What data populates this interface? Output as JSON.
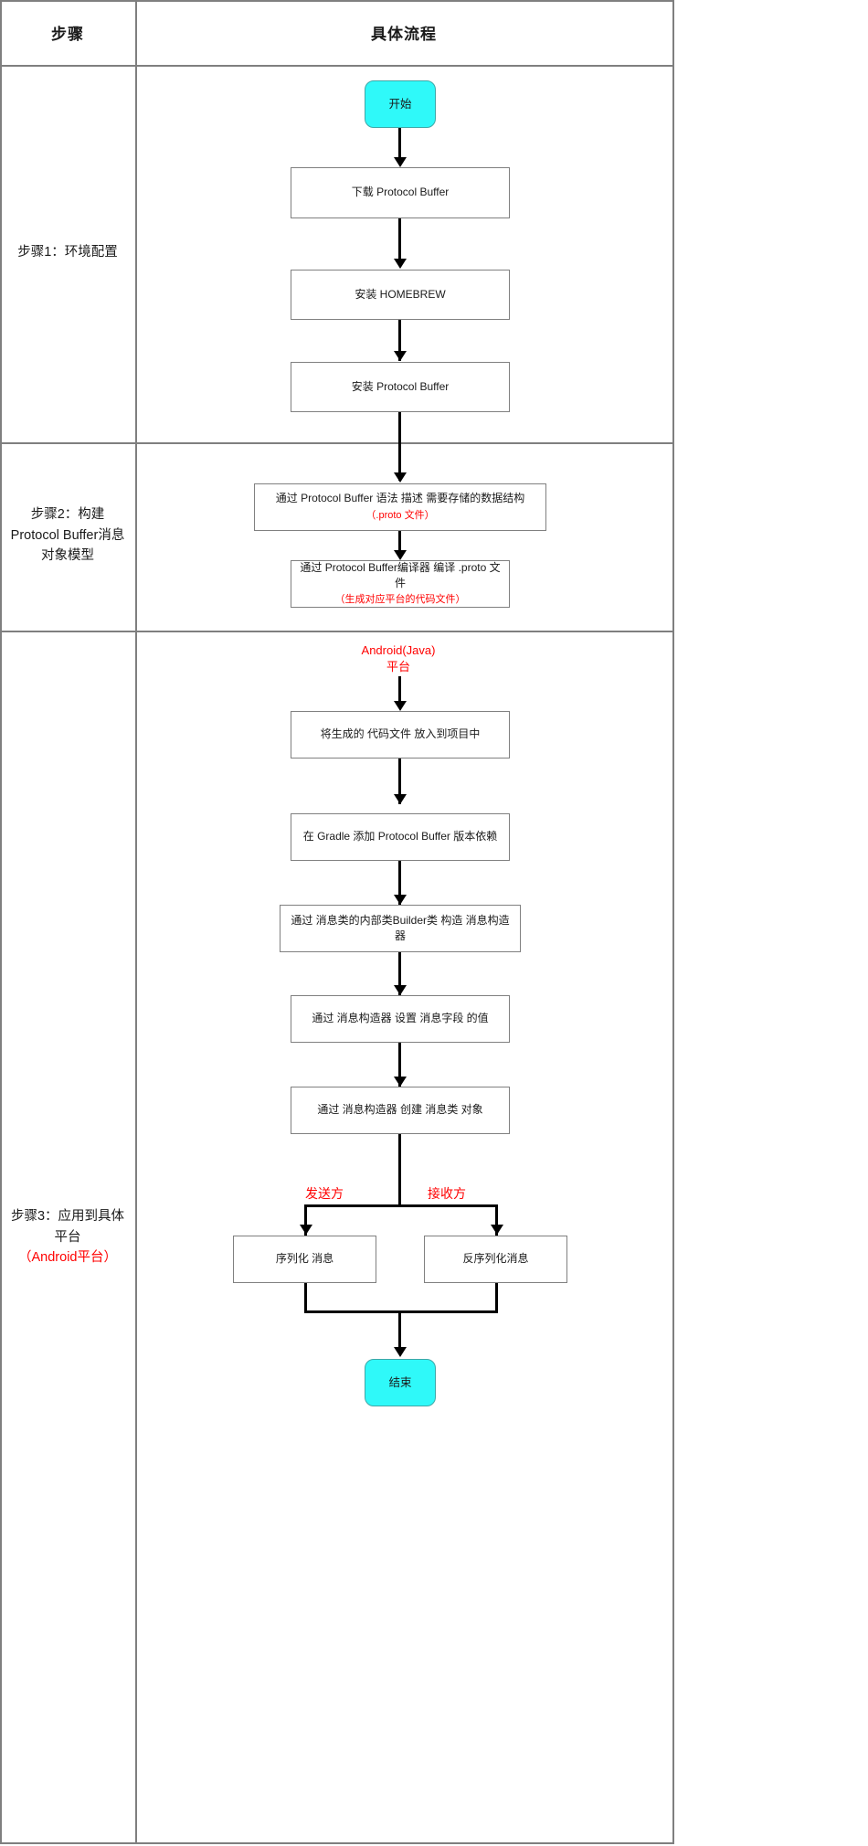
{
  "table": {
    "headers": {
      "col1": "步骤",
      "col2": "具体流程"
    },
    "steps": [
      {
        "title": "步骤1：环境配置",
        "note": ""
      },
      {
        "title": "步骤2：构建Protocol Buffer消息对象模型",
        "note": ""
      },
      {
        "title": "步骤3：应用到具体平台",
        "note": "（Android平台）"
      }
    ]
  },
  "flow": {
    "start": {
      "label": "开始"
    },
    "end": {
      "label": "结束"
    },
    "section1": [
      {
        "label": "下载 Protocol Buffer"
      },
      {
        "label": "安装 HOMEBREW"
      },
      {
        "label": "安装 Protocol Buffer"
      }
    ],
    "section2": [
      {
        "label": "通过 Protocol Buffer 语法 描述 需要存储的数据结构",
        "sub": "（.proto 文件）"
      },
      {
        "label": "通过 Protocol Buffer编译器 编译 .proto 文件",
        "sub": "（生成对应平台的代码文件）"
      }
    ],
    "platform_label": {
      "line1": "Android(Java)",
      "line2": "平台"
    },
    "section3": [
      {
        "label": "将生成的 代码文件 放入到项目中"
      },
      {
        "label": "在 Gradle 添加 Protocol Buffer 版本依赖"
      },
      {
        "label": "通过 消息类的内部类Builder类 构造 消息构造器"
      },
      {
        "label": "通过 消息构造器 设置 消息字段 的值"
      },
      {
        "label": "通过 消息构造器 创建 消息类 对象"
      }
    ],
    "branches": {
      "left_label": "发送方",
      "right_label": "接收方",
      "left_node": "序列化 消息",
      "right_node": "反序列化消息"
    }
  },
  "colors": {
    "terminal_fill": "#2ff9f9",
    "accent_red": "#ff0000",
    "node_border": "#808080",
    "table_border": "#7f7f7f",
    "connector": "#000000"
  }
}
